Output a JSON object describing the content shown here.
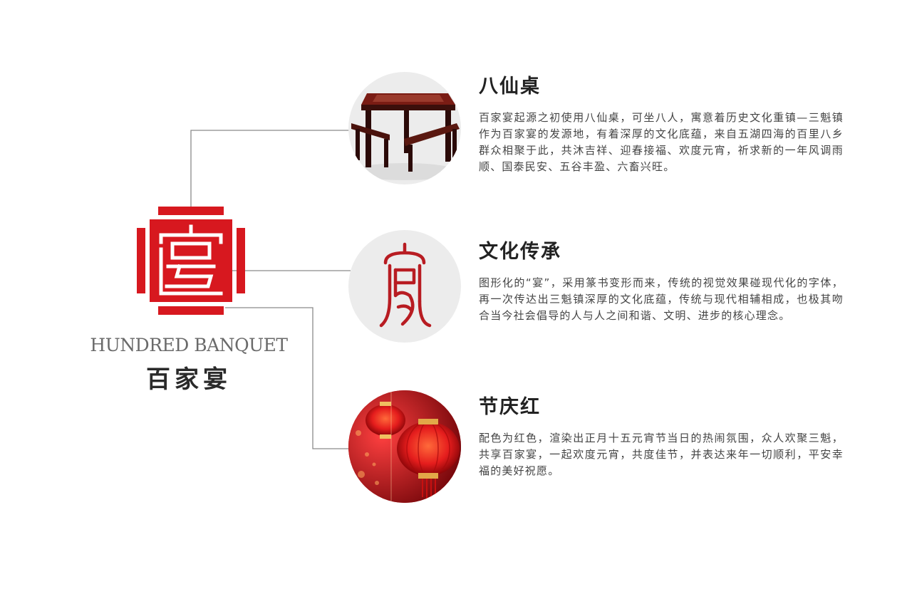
{
  "brand": {
    "name_en": "HUNDRED BANQUET",
    "name_zh": "百家宴",
    "accent_color": "#d7181f",
    "line_color": "#8a8a8a"
  },
  "sections": [
    {
      "title": "八仙桌",
      "body": "百家宴起源之初使用八仙桌，可坐八人，寓意着历史文化重镇—三魁镇作为百家宴的发源地，有着深厚的文化底蕴，来自五湖四海的百里八乡群众相聚于此，共沐吉祥、迎春接福、欢度元宵，祈求新的一年风调雨顺、国泰民安、五谷丰盈、六畜兴旺。",
      "image": "eight-immortals-table-photo"
    },
    {
      "title": "文化传承",
      "body": "图形化的“宴”，采用篆书变形而来，传统的视觉效果碰现代化的字体，再一次传达出三魁镇深厚的文化底蕴，传统与现代相辅相成，也极其吻合当今社会倡导的人与人之间和谐、文明、进步的核心理念。",
      "image": "seal-script-character"
    },
    {
      "title": "节庆红",
      "body": "配色为红色，渲染出正月十五元宵节当日的热闹氛围，众人欢聚三魁，共享百家宴，一起欢度元宵，共度佳节，并表达来年一切顺利，平安幸福的美好祝愿。",
      "image": "red-lanterns-photo"
    }
  ]
}
